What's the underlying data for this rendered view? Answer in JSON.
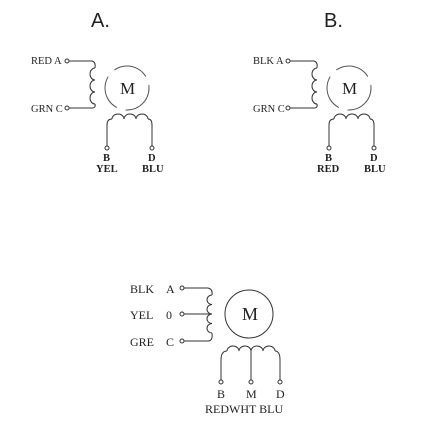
{
  "diagrams": [
    {
      "title": "A.",
      "left_labels": [
        "RED A",
        "GRN C"
      ],
      "motor_label": "M",
      "bottom_letters": [
        "B",
        "D"
      ],
      "bottom_colors": [
        "YEL",
        "BLU"
      ]
    },
    {
      "title": "B.",
      "left_labels": [
        "BLK A",
        "GRN C"
      ],
      "motor_label": "M",
      "bottom_letters": [
        "B",
        "D"
      ],
      "bottom_colors": [
        "RED",
        "BLU"
      ]
    },
    {
      "title": "",
      "left_colors": [
        "BLK",
        "YEL",
        "GRE"
      ],
      "left_letters": [
        "A",
        "0",
        "C"
      ],
      "motor_label": "M",
      "bottom_letters": [
        "B",
        "M",
        "D"
      ],
      "bottom_colors_text": "REDWHT BLU"
    }
  ],
  "colors": {
    "line": "#333333",
    "text": "#222222"
  }
}
